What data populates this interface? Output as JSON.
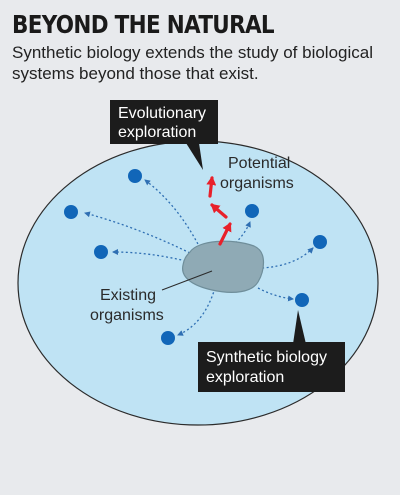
{
  "header": {
    "title": "BEYOND THE NATURAL",
    "subtitle": "Synthetic biology extends the study of biological systems beyond those that exist."
  },
  "callouts": {
    "evolutionary": [
      "Evolutionary",
      "exploration"
    ],
    "synthetic": [
      "Synthetic biology",
      "exploration"
    ]
  },
  "labels": {
    "potential": [
      "Potential",
      "organisms"
    ],
    "existing": [
      "Existing",
      "organisms"
    ]
  },
  "colors": {
    "background": "#e8eaed",
    "space_fill": "#bfe3f4",
    "space_stroke": "#2b2b2b",
    "blob_fill": "#8faab5",
    "dot": "#1166b8",
    "dotted_arrow": "#2f6fb3",
    "evolution_arrow": "#e8202a",
    "callout_bg": "#1c1c1c"
  },
  "icons": {
    "organism_dot": "filled-circle",
    "exploration_arrow": "dotted-arrow",
    "evolution_step": "red-arrow"
  }
}
